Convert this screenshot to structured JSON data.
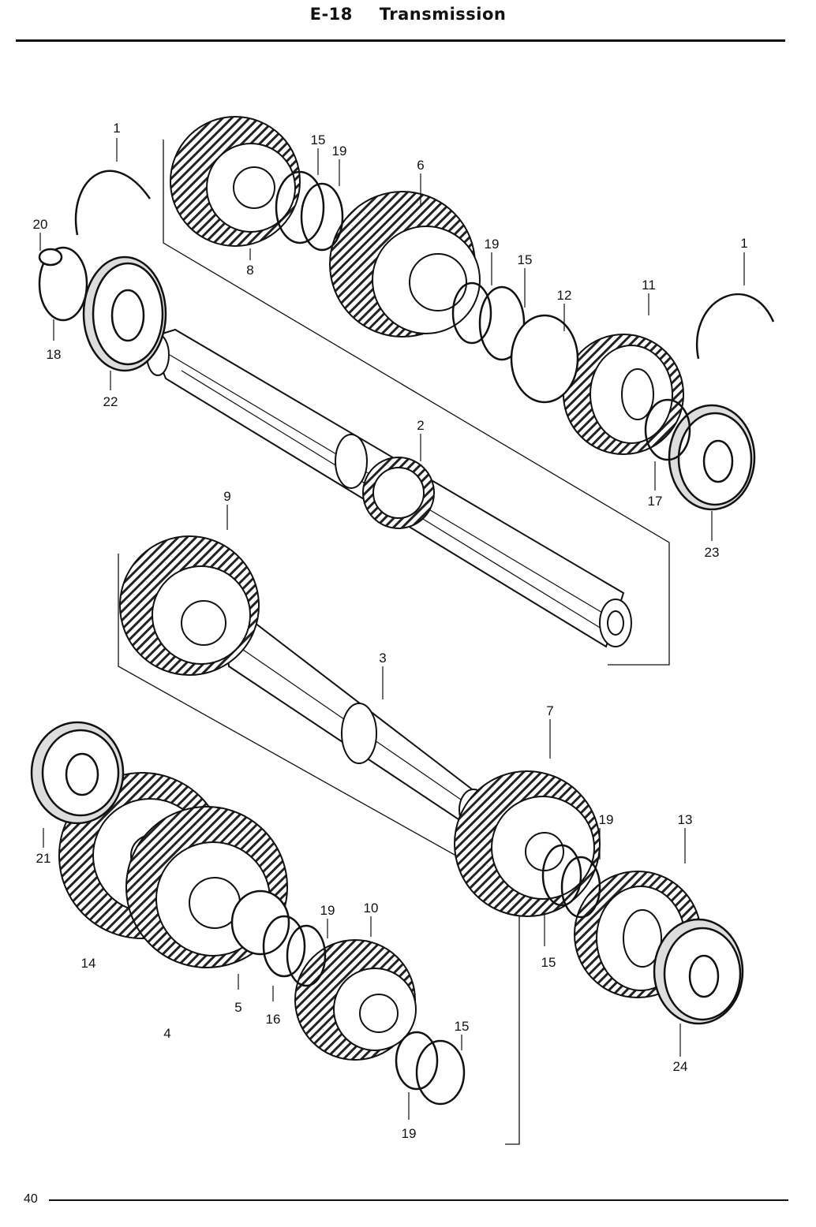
{
  "header": {
    "code": "E-18",
    "title": "Transmission"
  },
  "footer": {
    "page_number": "40"
  },
  "callouts": [
    {
      "id": "c1a",
      "label": "1"
    },
    {
      "id": "c1b",
      "label": "1"
    },
    {
      "id": "c2",
      "label": "2"
    },
    {
      "id": "c3",
      "label": "3"
    },
    {
      "id": "c4",
      "label": "4"
    },
    {
      "id": "c5",
      "label": "5"
    },
    {
      "id": "c6",
      "label": "6"
    },
    {
      "id": "c7",
      "label": "7"
    },
    {
      "id": "c8",
      "label": "8"
    },
    {
      "id": "c9",
      "label": "9"
    },
    {
      "id": "c10",
      "label": "10"
    },
    {
      "id": "c11",
      "label": "11"
    },
    {
      "id": "c12",
      "label": "12"
    },
    {
      "id": "c13",
      "label": "13"
    },
    {
      "id": "c14",
      "label": "14"
    },
    {
      "id": "c15a",
      "label": "15"
    },
    {
      "id": "c15b",
      "label": "15"
    },
    {
      "id": "c15c",
      "label": "15"
    },
    {
      "id": "c15d",
      "label": "15"
    },
    {
      "id": "c16",
      "label": "16"
    },
    {
      "id": "c17",
      "label": "17"
    },
    {
      "id": "c18",
      "label": "18"
    },
    {
      "id": "c19a",
      "label": "19"
    },
    {
      "id": "c19b",
      "label": "19"
    },
    {
      "id": "c19c",
      "label": "19"
    },
    {
      "id": "c19d",
      "label": "19"
    },
    {
      "id": "c19e",
      "label": "19"
    },
    {
      "id": "c20",
      "label": "20"
    },
    {
      "id": "c21",
      "label": "21"
    },
    {
      "id": "c22",
      "label": "22"
    },
    {
      "id": "c23",
      "label": "23"
    },
    {
      "id": "c24",
      "label": "24"
    }
  ]
}
